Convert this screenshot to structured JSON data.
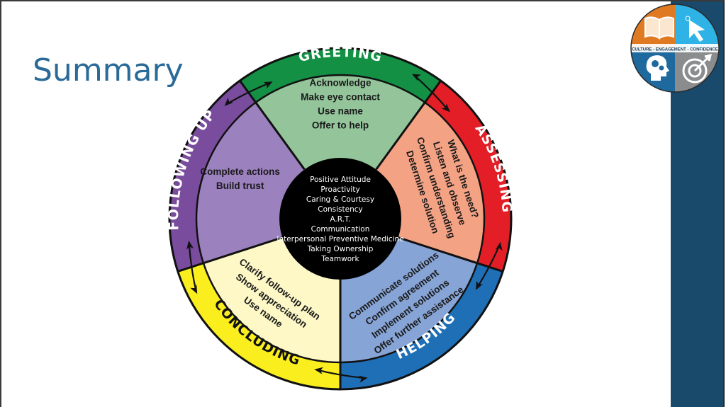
{
  "slide": {
    "title": "Summary",
    "accent_color": "#2a6a98",
    "side_bar_color": "#1a4a6b"
  },
  "logo": {
    "banner_text": "CULTURE - ENGAGEMENT - CONFIDENCE",
    "quadrants": [
      {
        "icon": "book-icon",
        "color": "#e07a22"
      },
      {
        "icon": "cursor-icon",
        "color": "#2fb3e6"
      },
      {
        "icon": "head-gears-icon",
        "color": "#1e6a9e"
      },
      {
        "icon": "target-icon",
        "color": "#8a8c8e"
      }
    ]
  },
  "diagram": {
    "core": {
      "items": [
        "Positive Attitude",
        "Proactivity",
        "Caring & Courtesy",
        "Consistency",
        "A.R.T.",
        "Communication",
        "Interpersonal Preventive Medicine",
        "Taking Ownership",
        "Teamwork"
      ]
    },
    "stages": [
      {
        "name": "GREETING",
        "ring_color": "#149045",
        "fill_color": "#93c49a",
        "label_color": "#ffffff",
        "items": [
          "Acknowledge",
          "Make eye contact",
          "Use name",
          "Offer to help"
        ]
      },
      {
        "name": "ASSESSING",
        "ring_color": "#e31e26",
        "fill_color": "#f4a284",
        "label_color": "#ffffff",
        "items": [
          "What is the need?",
          "Listen and observe",
          "Confirm understanding",
          "Determine solution"
        ]
      },
      {
        "name": "HELPING",
        "ring_color": "#1f6fb6",
        "fill_color": "#86a4d6",
        "label_color": "#ffffff",
        "items": [
          "Communicate solutions",
          "Confirm agreement",
          "Implement solutions",
          "Offer further assistance"
        ]
      },
      {
        "name": "CONCLUDING",
        "ring_color": "#fbee1f",
        "fill_color": "#fdf8c6",
        "label_color": "#111111",
        "items": [
          "Clarify follow-up plan",
          "Show appreciation",
          "Use name"
        ]
      },
      {
        "name": "FOLLOWING UP",
        "ring_color": "#7a4c9e",
        "fill_color": "#9c81bf",
        "label_color": "#ffffff",
        "items": [
          "Complete actions",
          "Build trust"
        ]
      }
    ]
  }
}
